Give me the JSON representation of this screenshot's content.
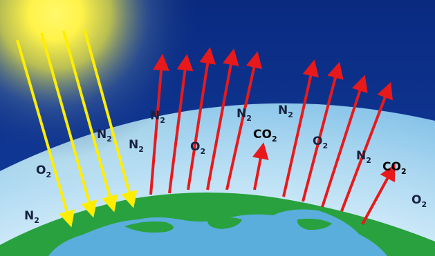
{
  "colors": {
    "space": "#0b2f8a",
    "space_light": "#1a4fb6",
    "atmosphere_inner": "#bfe4f7",
    "atmosphere_outer": "#9fd0ee",
    "sun_core": "#fff34a",
    "sun_glow": "#ffe800",
    "earth_land": "#29a13e",
    "earth_water": "#5aaedc",
    "incoming_ray": "#ffee00",
    "outgoing_ray": "#e8191b",
    "molecule_label": "#16213f",
    "co2_label": "#000000"
  },
  "icons": {
    "sun": "sun-icon",
    "earth": "earth-icon",
    "incoming": "sunlight-arrow-icon",
    "outgoing": "heat-radiation-arrow-icon"
  },
  "gases": {
    "n2": {
      "base": "N",
      "sub": "2"
    },
    "o2": {
      "base": "O",
      "sub": "2"
    },
    "co2": {
      "base": "CO",
      "sub": "2"
    }
  }
}
